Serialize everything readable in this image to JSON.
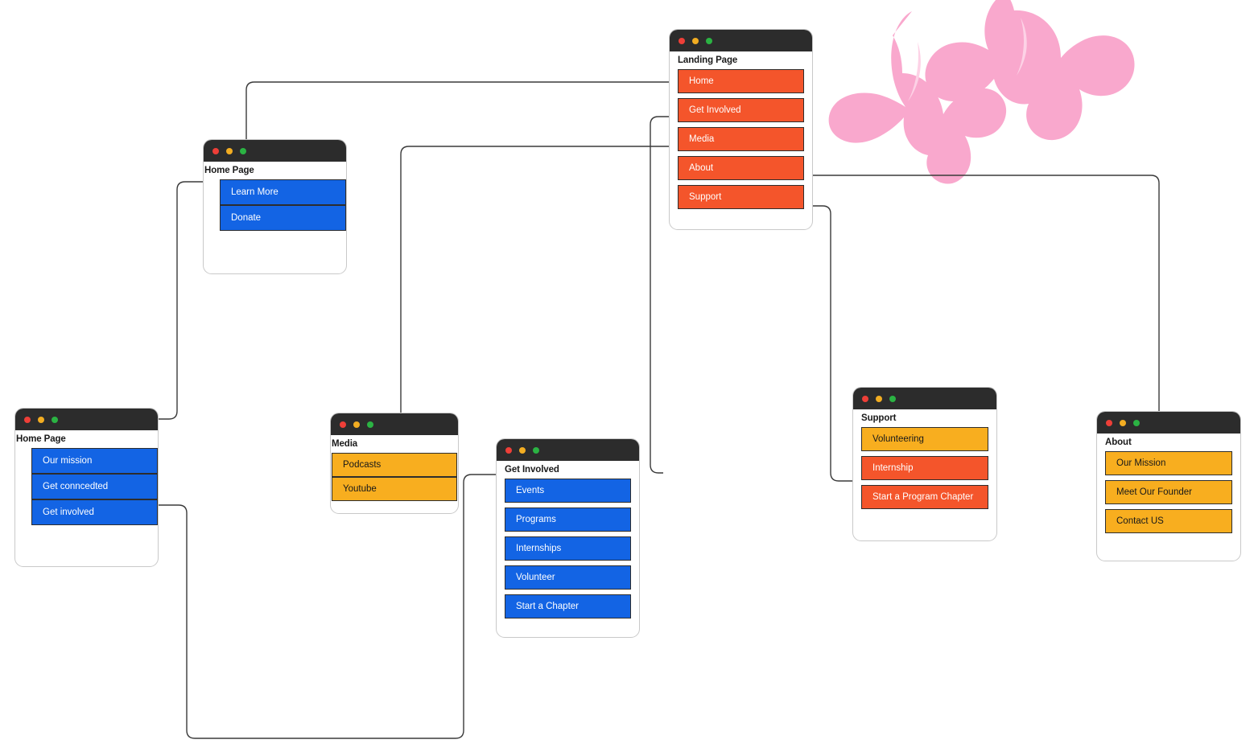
{
  "palette": {
    "orange": "#f4552b",
    "blue": "#1364e4",
    "amber": "#f8ae1f",
    "titlebar": "#2c2c2c",
    "card_border": "#c9c9c9",
    "wire": "#3a3a3a",
    "butterfly_pink": "#f9a8cd",
    "dot_red": "#ee3f38",
    "dot_amber": "#f2ad22",
    "dot_green": "#2bb343"
  },
  "cards": {
    "landing": {
      "title": "Landing Page",
      "buttons": [
        {
          "label": "Home",
          "color": "orange"
        },
        {
          "label": "Get Involved",
          "color": "orange"
        },
        {
          "label": "Media",
          "color": "orange"
        },
        {
          "label": "About",
          "color": "orange"
        },
        {
          "label": "Support",
          "color": "orange"
        }
      ]
    },
    "home_top": {
      "title": "Home Page",
      "buttons": [
        {
          "label": "Learn More",
          "color": "blue"
        },
        {
          "label": "Donate",
          "color": "blue"
        }
      ]
    },
    "home_left": {
      "title": "Home Page",
      "buttons": [
        {
          "label": "Our mission",
          "color": "blue"
        },
        {
          "label": "Get conncedted",
          "color": "blue"
        },
        {
          "label": "Get involved",
          "color": "blue"
        }
      ]
    },
    "media": {
      "title": "Media",
      "buttons": [
        {
          "label": "Podcasts",
          "color": "amber"
        },
        {
          "label": "Youtube",
          "color": "amber"
        }
      ]
    },
    "get_involved": {
      "title": "Get Involved",
      "buttons": [
        {
          "label": "Events",
          "color": "blue"
        },
        {
          "label": "Programs",
          "color": "blue"
        },
        {
          "label": "Internships",
          "color": "blue"
        },
        {
          "label": "Volunteer",
          "color": "blue"
        },
        {
          "label": "Start a Chapter",
          "color": "blue"
        }
      ]
    },
    "support": {
      "title": "Support",
      "buttons": [
        {
          "label": "Volunteering",
          "color": "amber"
        },
        {
          "label": "Internship",
          "color": "orange"
        },
        {
          "label": "Start a Program Chapter",
          "color": "orange"
        }
      ]
    },
    "about": {
      "title": "About",
      "buttons": [
        {
          "label": "Our Mission",
          "color": "amber"
        },
        {
          "label": "Meet Our Founder",
          "color": "amber"
        },
        {
          "label": "Contact US",
          "color": "amber"
        }
      ]
    }
  },
  "decorations": [
    {
      "name": "butterfly-small",
      "color": "#f9a8cd"
    },
    {
      "name": "butterfly-large",
      "color": "#f9a8cd"
    }
  ],
  "connections": [
    {
      "from": "landing.Home",
      "to": "home_top"
    },
    {
      "from": "landing.Media",
      "to": "media"
    },
    {
      "from": "landing.Get Involved",
      "to": "get_involved"
    },
    {
      "from": "landing.About",
      "to": "about"
    },
    {
      "from": "landing.Support",
      "to": "support"
    },
    {
      "from": "home_top",
      "to": "home_left"
    },
    {
      "from": "home_left.Get involved",
      "to": "get_involved"
    }
  ]
}
